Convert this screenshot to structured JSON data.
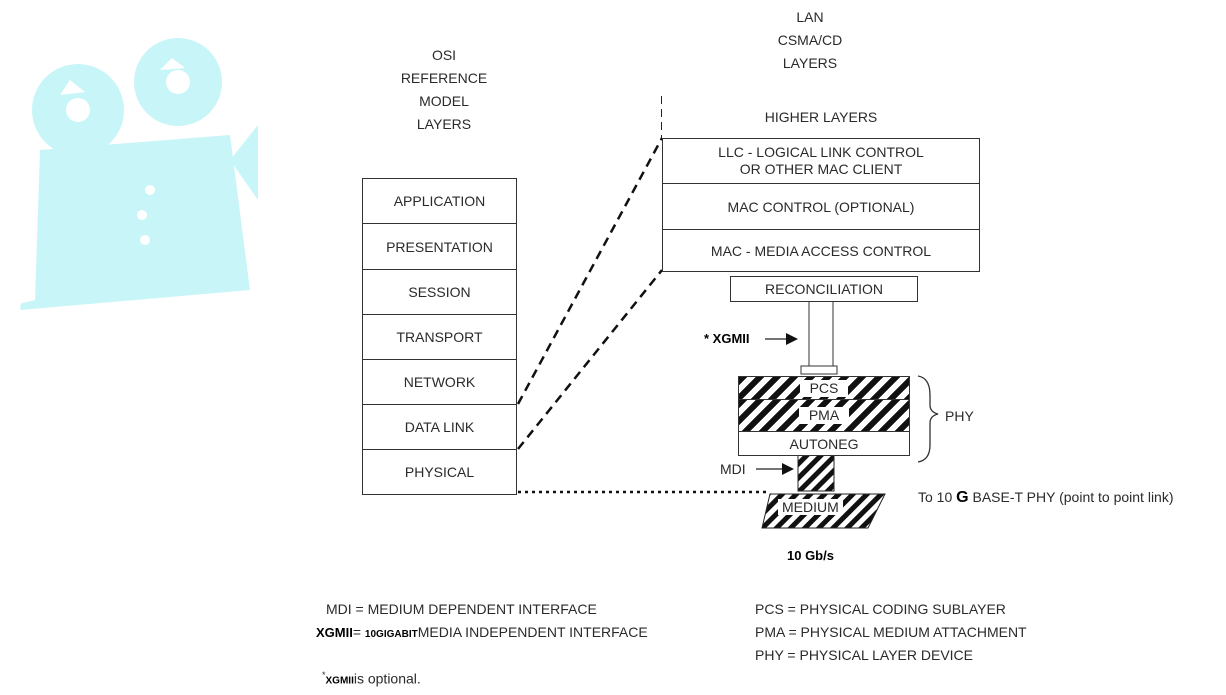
{
  "osi": {
    "heading": [
      "OSI",
      "REFERENCE",
      "MODEL",
      "LAYERS"
    ],
    "layers": [
      "APPLICATION",
      "PRESENTATION",
      "SESSION",
      "TRANSPORT",
      "NETWORK",
      "DATA LINK",
      "PHYSICAL"
    ]
  },
  "lan": {
    "heading": [
      "LAN",
      "CSMA/CD",
      "LAYERS"
    ],
    "higher_layers": "HIGHER LAYERS",
    "llc_line1": "LLC - LOGICAL LINK CONTROL",
    "llc_line2": "OR OTHER MAC CLIENT",
    "mac_control": "MAC CONTROL (OPTIONAL)",
    "mac": "MAC - MEDIA ACCESS CONTROL",
    "reconciliation": "RECONCILIATION",
    "xgmii_label": "* XGMII",
    "pcs": "PCS",
    "pma": "PMA",
    "autoneg": "AUTONEG",
    "phy": "PHY",
    "mdi": "MDI",
    "medium": "MEDIUM",
    "speed": "10 Gb/s",
    "to_phy_prefix": "To 10 ",
    "to_phy_g": "G",
    "to_phy_suffix": " BASE-T PHY (point to point link)"
  },
  "legend": {
    "mdi": "MDI = MEDIUM DEPENDENT INTERFACE",
    "xgmii_abbr": "XGMII",
    "xgmii_eq": "= ",
    "xgmii_small": "10GIGABIT",
    "xgmii_rest": "MEDIA INDEPENDENT INTERFACE",
    "pcs": "PCS = PHYSICAL CODING SUBLAYER",
    "pma": "PMA = PHYSICAL MEDIUM ATTACHMENT",
    "phy": "PHY = PHYSICAL LAYER DEVICE",
    "note_star": "*",
    "note_abbr": "XGMII",
    "note_rest": "is optional."
  },
  "colors": {
    "clipart": "#c8f6f8",
    "line": "#333333",
    "hatch": "#111111"
  },
  "icons": [
    "projector-clipart-icon",
    "arrow-right-icon"
  ]
}
